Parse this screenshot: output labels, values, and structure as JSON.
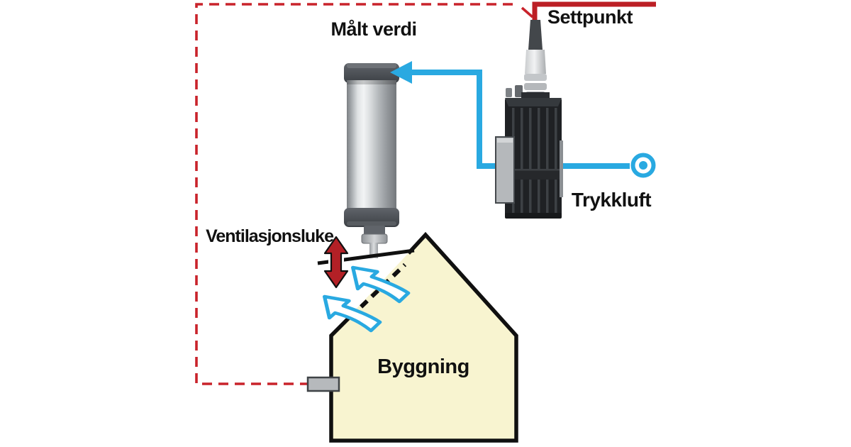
{
  "diagram": {
    "labels": {
      "measured_value": "Målt verdi",
      "setpoint": "Settpunkt",
      "compressed_air": "Trykkluft",
      "ventilation_hatch": "Ventilasjonsluke",
      "building": "Byggning"
    },
    "colors": {
      "pneumatic_signal_blue": "#29a9e1",
      "setpoint_line_red": "#bc1f25",
      "feedback_dashed_red": "#c9232b",
      "hatch_motion_arrow_red": "#b32026",
      "building_fill_yellow": "#f8f4d0",
      "outline_black": "#101010"
    },
    "icons": [
      "pneumatic-cylinder-icon",
      "positioner-regulator-icon",
      "compressed-air-source-icon",
      "airflow-arrow-icon",
      "hatch-motion-arrow-icon",
      "building-icon"
    ]
  }
}
